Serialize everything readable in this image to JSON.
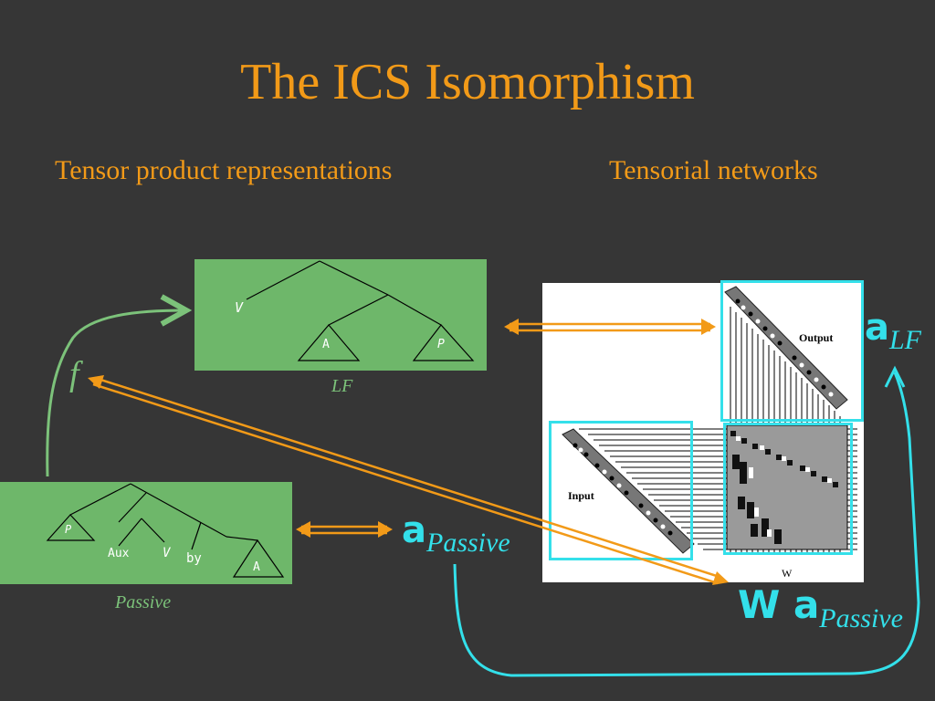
{
  "slide": {
    "title": "The ICS Isomorphism",
    "left_heading": "Tensor product representations",
    "right_heading": "Tensorial networks"
  },
  "lf_tree": {
    "caption": "LF",
    "leaf_v": "V",
    "leaf_a": "A",
    "leaf_p": "P"
  },
  "passive_tree": {
    "caption": "Passive",
    "leaf_p": "P",
    "leaf_aux": "Aux",
    "leaf_v": "V",
    "leaf_by": "by",
    "leaf_a": "A"
  },
  "function_label": "f",
  "network": {
    "input_label": "Input",
    "output_label": "Output",
    "weight_label": "W"
  },
  "vectors": {
    "a_lf_base": "a",
    "a_lf_sub": "LF",
    "a_passive_base": "a",
    "a_passive_sub": "Passive",
    "wa_w": "W",
    "wa_a": "a",
    "wa_sub": "Passive"
  },
  "colors": {
    "background": "#363636",
    "accent_orange": "#f29a18",
    "panel_green": "#6eb76a",
    "caption_green": "#7cc27a",
    "cyan": "#33e0ea"
  }
}
